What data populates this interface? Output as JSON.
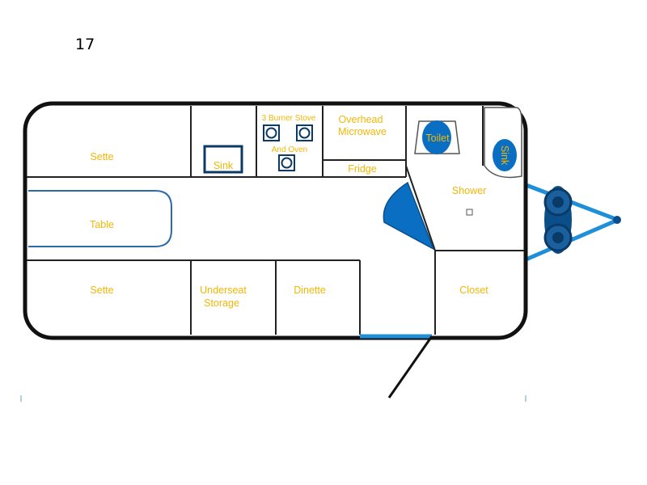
{
  "model_number": "17",
  "colors": {
    "outline": "#111111",
    "partition": "#333333",
    "fixture_blue": "#0a6fc2",
    "door_blue": "#1e8fd8",
    "label": "#f2b705"
  },
  "rooms": {
    "sette_front": "Sette",
    "sink": "Sink",
    "stove_line1": "3 Burner Stove",
    "stove_line2": "And Oven",
    "microwave_line1": "Overhead",
    "microwave_line2": "Microwave",
    "fridge": "Fridge",
    "toilet": "Toilet",
    "bath_sink": "Sink",
    "shower": "Shower",
    "table": "Table",
    "sette_rear": "Sette",
    "underseat_line1": "Underseat",
    "underseat_line2": "Storage",
    "dinette": "Dinette",
    "closet": "Closet"
  }
}
